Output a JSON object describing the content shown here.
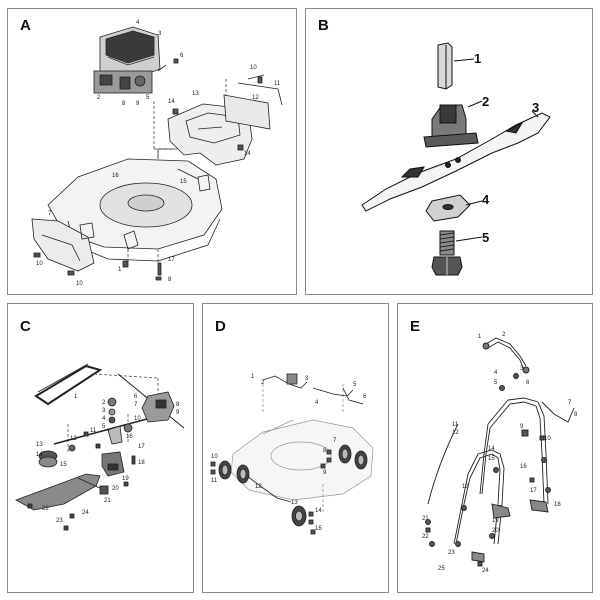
{
  "panels": {
    "a": {
      "letter": "A",
      "callouts": [
        "4",
        "3",
        "2",
        "5",
        "6",
        "8",
        "9",
        "10",
        "11",
        "14",
        "13",
        "12",
        "15",
        "16",
        "7",
        "14",
        "10",
        "1",
        "17",
        "8",
        "10"
      ]
    },
    "b": {
      "letter": "B",
      "callouts": [
        "1",
        "2",
        "3",
        "4",
        "5"
      ]
    },
    "c": {
      "letter": "C",
      "callouts": [
        "1",
        "2",
        "3",
        "4",
        "5",
        "6",
        "7",
        "8",
        "9",
        "10",
        "11",
        "12",
        "13",
        "14",
        "15",
        "16",
        "17",
        "18",
        "19",
        "20",
        "21",
        "22",
        "23",
        "24"
      ]
    },
    "d": {
      "letter": "D",
      "callouts": [
        "1",
        "2",
        "3",
        "4",
        "5",
        "6",
        "7",
        "8",
        "9",
        "10",
        "11",
        "12",
        "13",
        "14",
        "15"
      ]
    },
    "e": {
      "letter": "E",
      "callouts": [
        "1",
        "2",
        "3",
        "4",
        "5",
        "6",
        "7",
        "8",
        "9",
        "10",
        "11",
        "12",
        "13",
        "14",
        "15",
        "16",
        "17",
        "18",
        "19",
        "20",
        "21",
        "22",
        "23",
        "24",
        "25"
      ]
    }
  }
}
